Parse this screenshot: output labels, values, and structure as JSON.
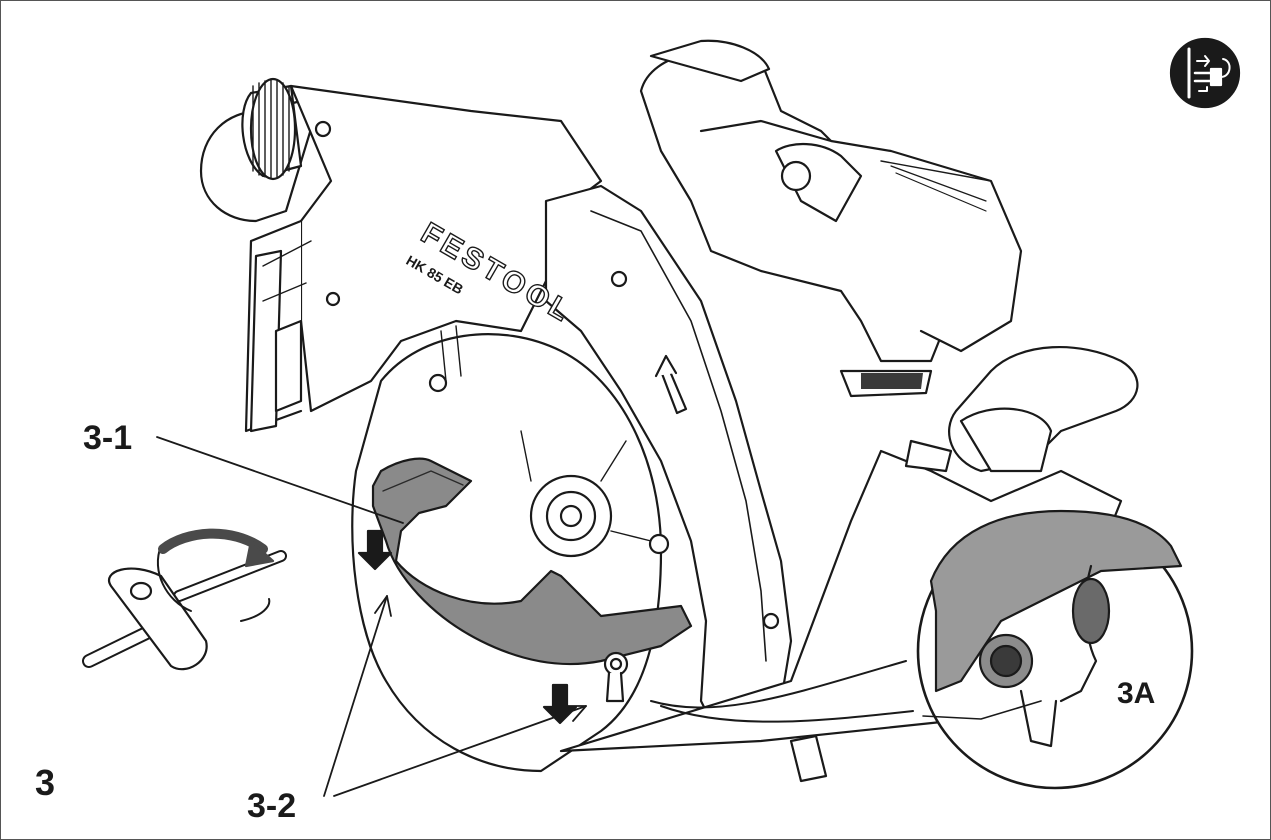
{
  "figure": {
    "number": "3",
    "brand_text": "FESTOOL",
    "model_text": "HK 85 EB",
    "callouts": {
      "lower_guard": "3-1",
      "mounting_points": "3-2",
      "detail": "3A"
    },
    "icons": {
      "unplug": "unplug-before-service-icon",
      "rotate": "rotate-clockwise-arrow-icon",
      "down_arrow": "down-arrow-icon"
    },
    "colors": {
      "line": "#1a1a1a",
      "guard_fill": "#8a8a8a",
      "detail_fill": "#9a9a9a"
    }
  }
}
